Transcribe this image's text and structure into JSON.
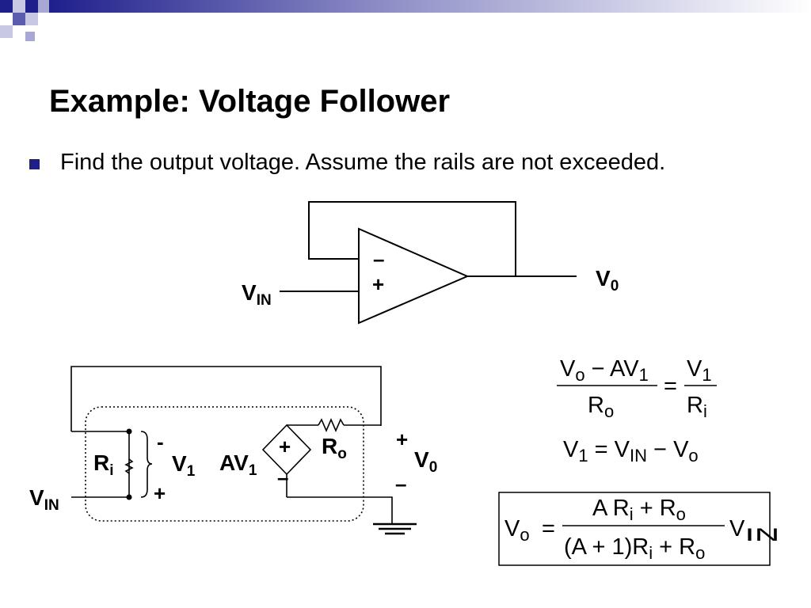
{
  "slide": {
    "title": "Example:  Voltage Follower",
    "bullet": "Find the output voltage.  Assume the rails are not exceeded.",
    "accent_color": "#1f1f8c"
  },
  "top_circuit": {
    "minus_sign": "–",
    "plus_sign": "+",
    "input_label": "V",
    "input_sub": "IN",
    "output_label": "V",
    "output_sub": "0"
  },
  "bottom_circuit": {
    "ri_label": "R",
    "ri_sub": "i",
    "v1_label": "V",
    "v1_sub": "1",
    "v1_minus": "-",
    "v1_plus": "+",
    "av1_label": "AV",
    "av1_sub": "1",
    "src_plus": "+",
    "src_minus": "–",
    "ro_label": "R",
    "ro_sub": "o",
    "vin_label": "V",
    "vin_sub": "IN",
    "out_plus": "+",
    "out_minus": "–",
    "vout_label": "V",
    "vout_sub": "0"
  },
  "equations": {
    "eq1": {
      "num_left": "V",
      "num_left_sub": "o",
      "num_mid": " − AV",
      "num_mid_sub": "1",
      "den_left": "R",
      "den_left_sub": "o",
      "equals": "=",
      "num_right": "V",
      "num_right_sub": "1",
      "den_right": "R",
      "den_right_sub": "i"
    },
    "eq2": {
      "a": "V",
      "a_sub": "1",
      "equals": " = ",
      "b": "V",
      "b_sub": "IN",
      "minus": " − ",
      "c": "V",
      "c_sub": "o"
    },
    "eq3": {
      "lhs": "V",
      "lhs_sub": "o",
      "equals": "=",
      "num_a": "A R",
      "num_a_sub": "i",
      "num_plus": " + R",
      "num_plus_sub": "o",
      "den_a": "(A + 1)R",
      "den_a_sub": "i",
      "den_plus": " + R",
      "den_plus_sub": "o",
      "rhs": "V",
      "rhs_sub": "IN"
    }
  }
}
